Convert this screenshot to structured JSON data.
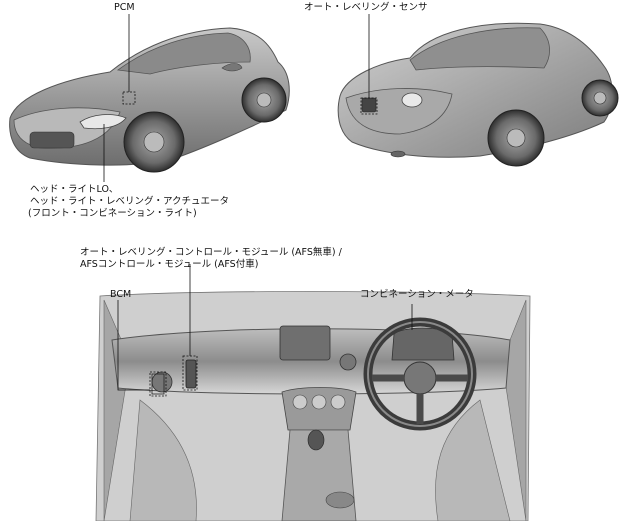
{
  "labels": {
    "pcm": "PCM",
    "auto_leveling_sensor": "オート・レベリング・センサ",
    "headlight": [
      "ヘッド・ライトLO、",
      "ヘッド・ライト・レベリング・アクチュエータ",
      "(フロント・コンビネーション・ライト)"
    ],
    "auto_leveling_module": [
      "オート・レベリング・コントロール・モジュール (AFS無車) /",
      "AFSコントロール・モジュール (AFS付車)"
    ],
    "bcm": "BCM",
    "instrument_cluster": "コンビネーション・メータ"
  }
}
